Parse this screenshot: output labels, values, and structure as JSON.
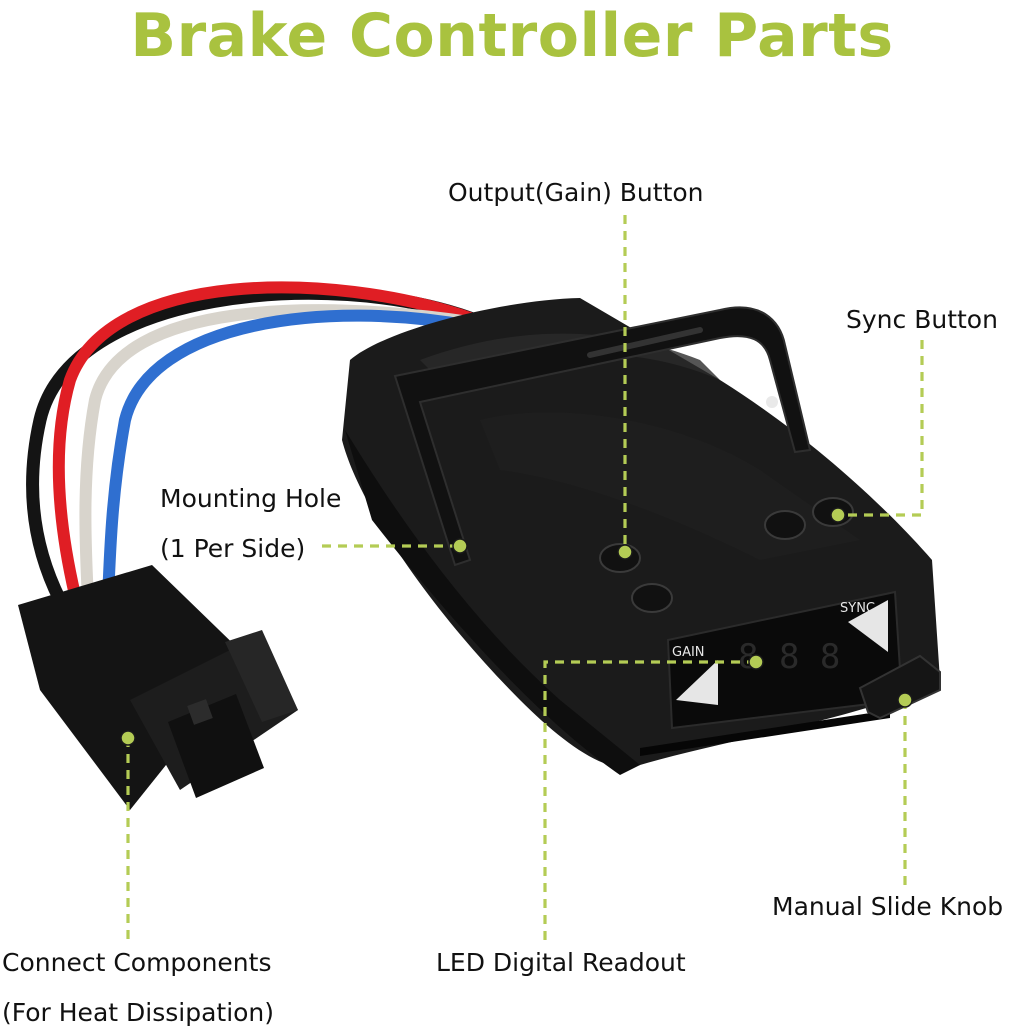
{
  "title": "Brake Controller Parts",
  "labels": {
    "output_gain_button": "Output(Gain) Button",
    "sync_button": "Sync Button",
    "mounting_hole_line1": "Mounting Hole",
    "mounting_hole_line2": "(1 Per Side)",
    "manual_slide_knob": "Manual Slide Knob",
    "connect_components_line1": "Connect Components",
    "connect_components_line2": "(For Heat Dissipation)",
    "led_digital_readout": "LED Digital Readout"
  },
  "device": {
    "gain_text": "GAIN",
    "sync_text": "SYNC",
    "display_digits": "8 8 8"
  },
  "colors": {
    "title": "#A9C23F",
    "callout": "#B4CC55",
    "device_body": "#1b1b1b",
    "wire_red": "#e01e24",
    "wire_blue": "#2f6fd0",
    "wire_white": "#d8d4cc",
    "wire_black": "#141414"
  }
}
